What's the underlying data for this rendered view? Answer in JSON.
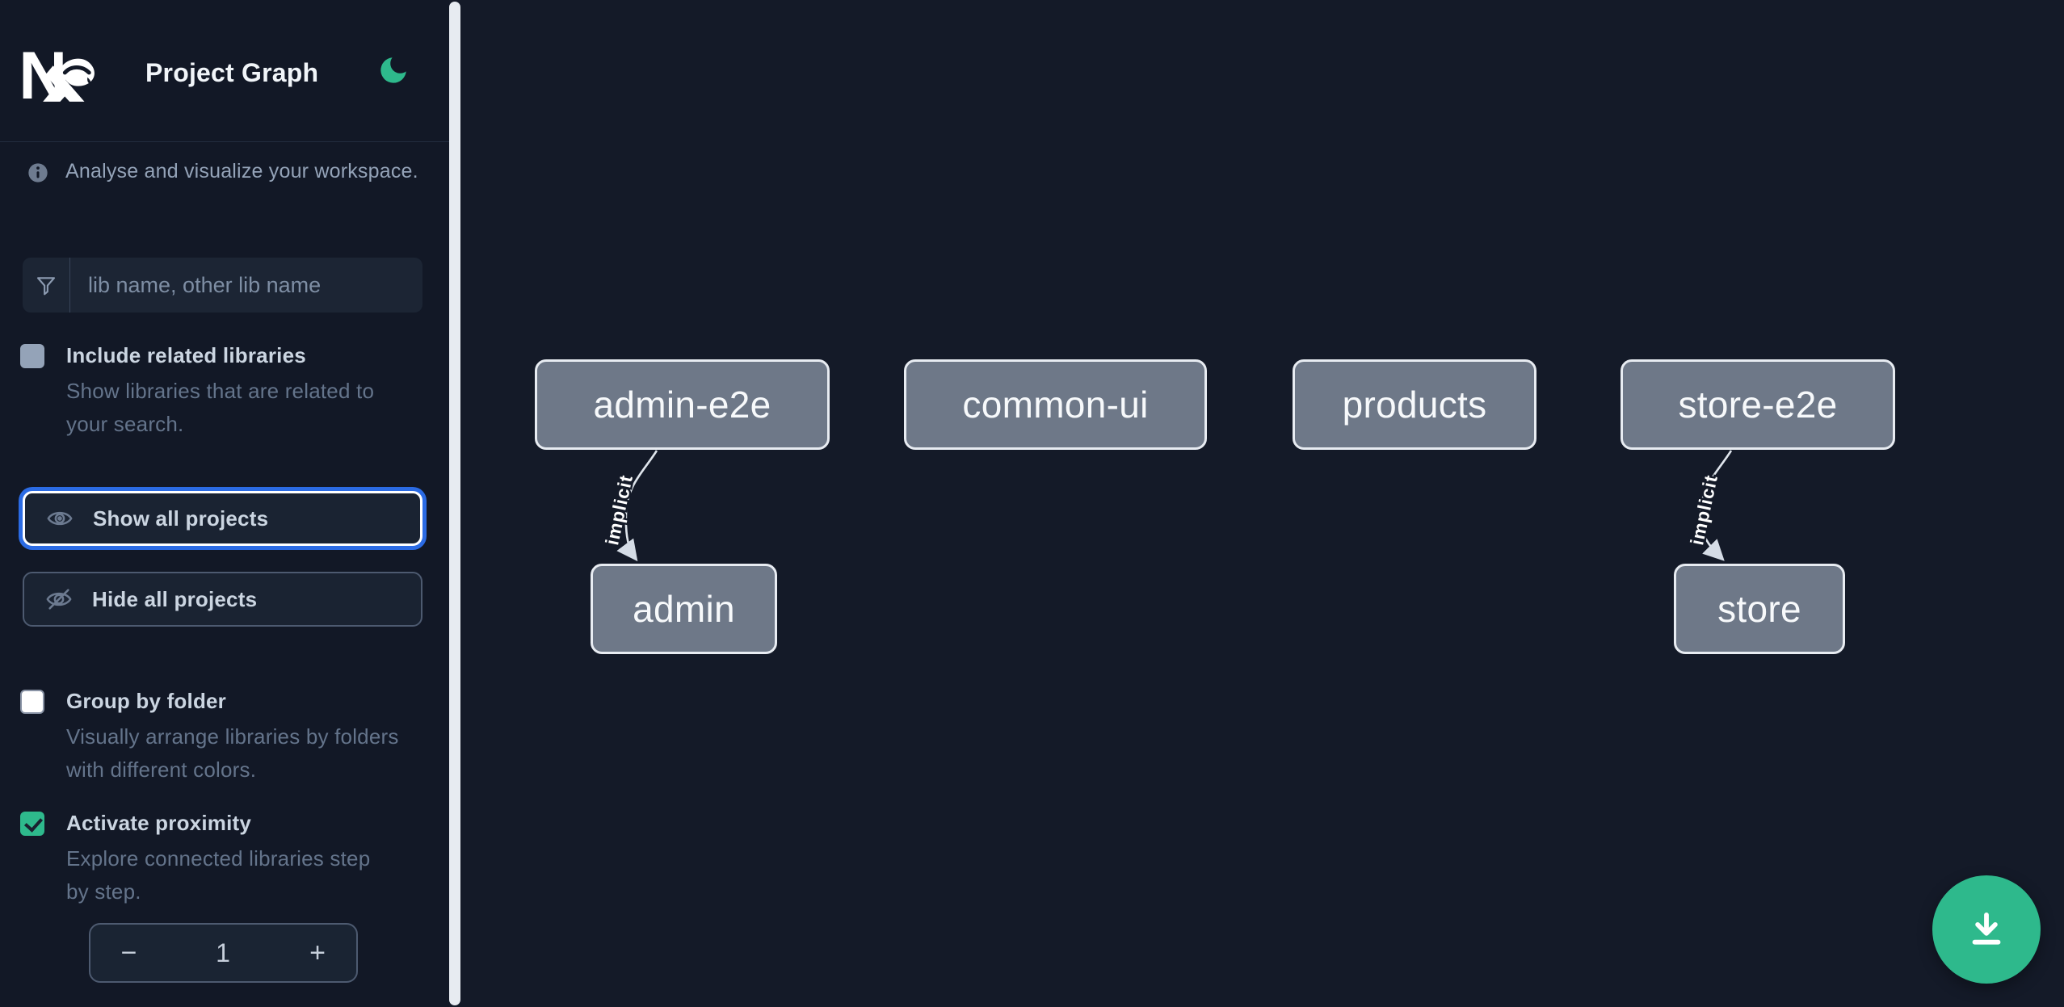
{
  "app": {
    "title": "Project Graph"
  },
  "sidebar": {
    "info_text": "Analyse and visualize your workspace.",
    "search_placeholder": "lib name, other lib name",
    "include_related": {
      "label": "Include related libraries",
      "description": "Show libraries that are related to your search.",
      "checked": false
    },
    "show_all_label": "Show all projects",
    "hide_all_label": "Hide all projects",
    "group_by_folder": {
      "label": "Group by folder",
      "description": "Visually arrange libraries by folders with different colors.",
      "checked": false
    },
    "proximity": {
      "label": "Activate proximity",
      "description": "Explore connected libraries step by step.",
      "checked": true,
      "depth_value": "1",
      "decrement_label": "−",
      "increment_label": "+"
    }
  },
  "graph": {
    "nodes": [
      {
        "id": "admin-e2e",
        "label": "admin-e2e"
      },
      {
        "id": "common-ui",
        "label": "common-ui"
      },
      {
        "id": "products",
        "label": "products"
      },
      {
        "id": "store-e2e",
        "label": "store-e2e"
      },
      {
        "id": "admin",
        "label": "admin"
      },
      {
        "id": "store",
        "label": "store"
      }
    ],
    "edges": [
      {
        "source": "admin-e2e",
        "target": "admin",
        "label": "implicit",
        "type": "implicit"
      },
      {
        "source": "store-e2e",
        "target": "store",
        "label": "implicit",
        "type": "implicit"
      }
    ]
  },
  "colors": {
    "accent_green": "#2eb98c",
    "focus_blue": "#2b6be4",
    "node_fill": "#6e7888",
    "node_border": "#e8ecf2",
    "sidebar_bg": "#121826",
    "canvas_bg": "#141a28"
  }
}
